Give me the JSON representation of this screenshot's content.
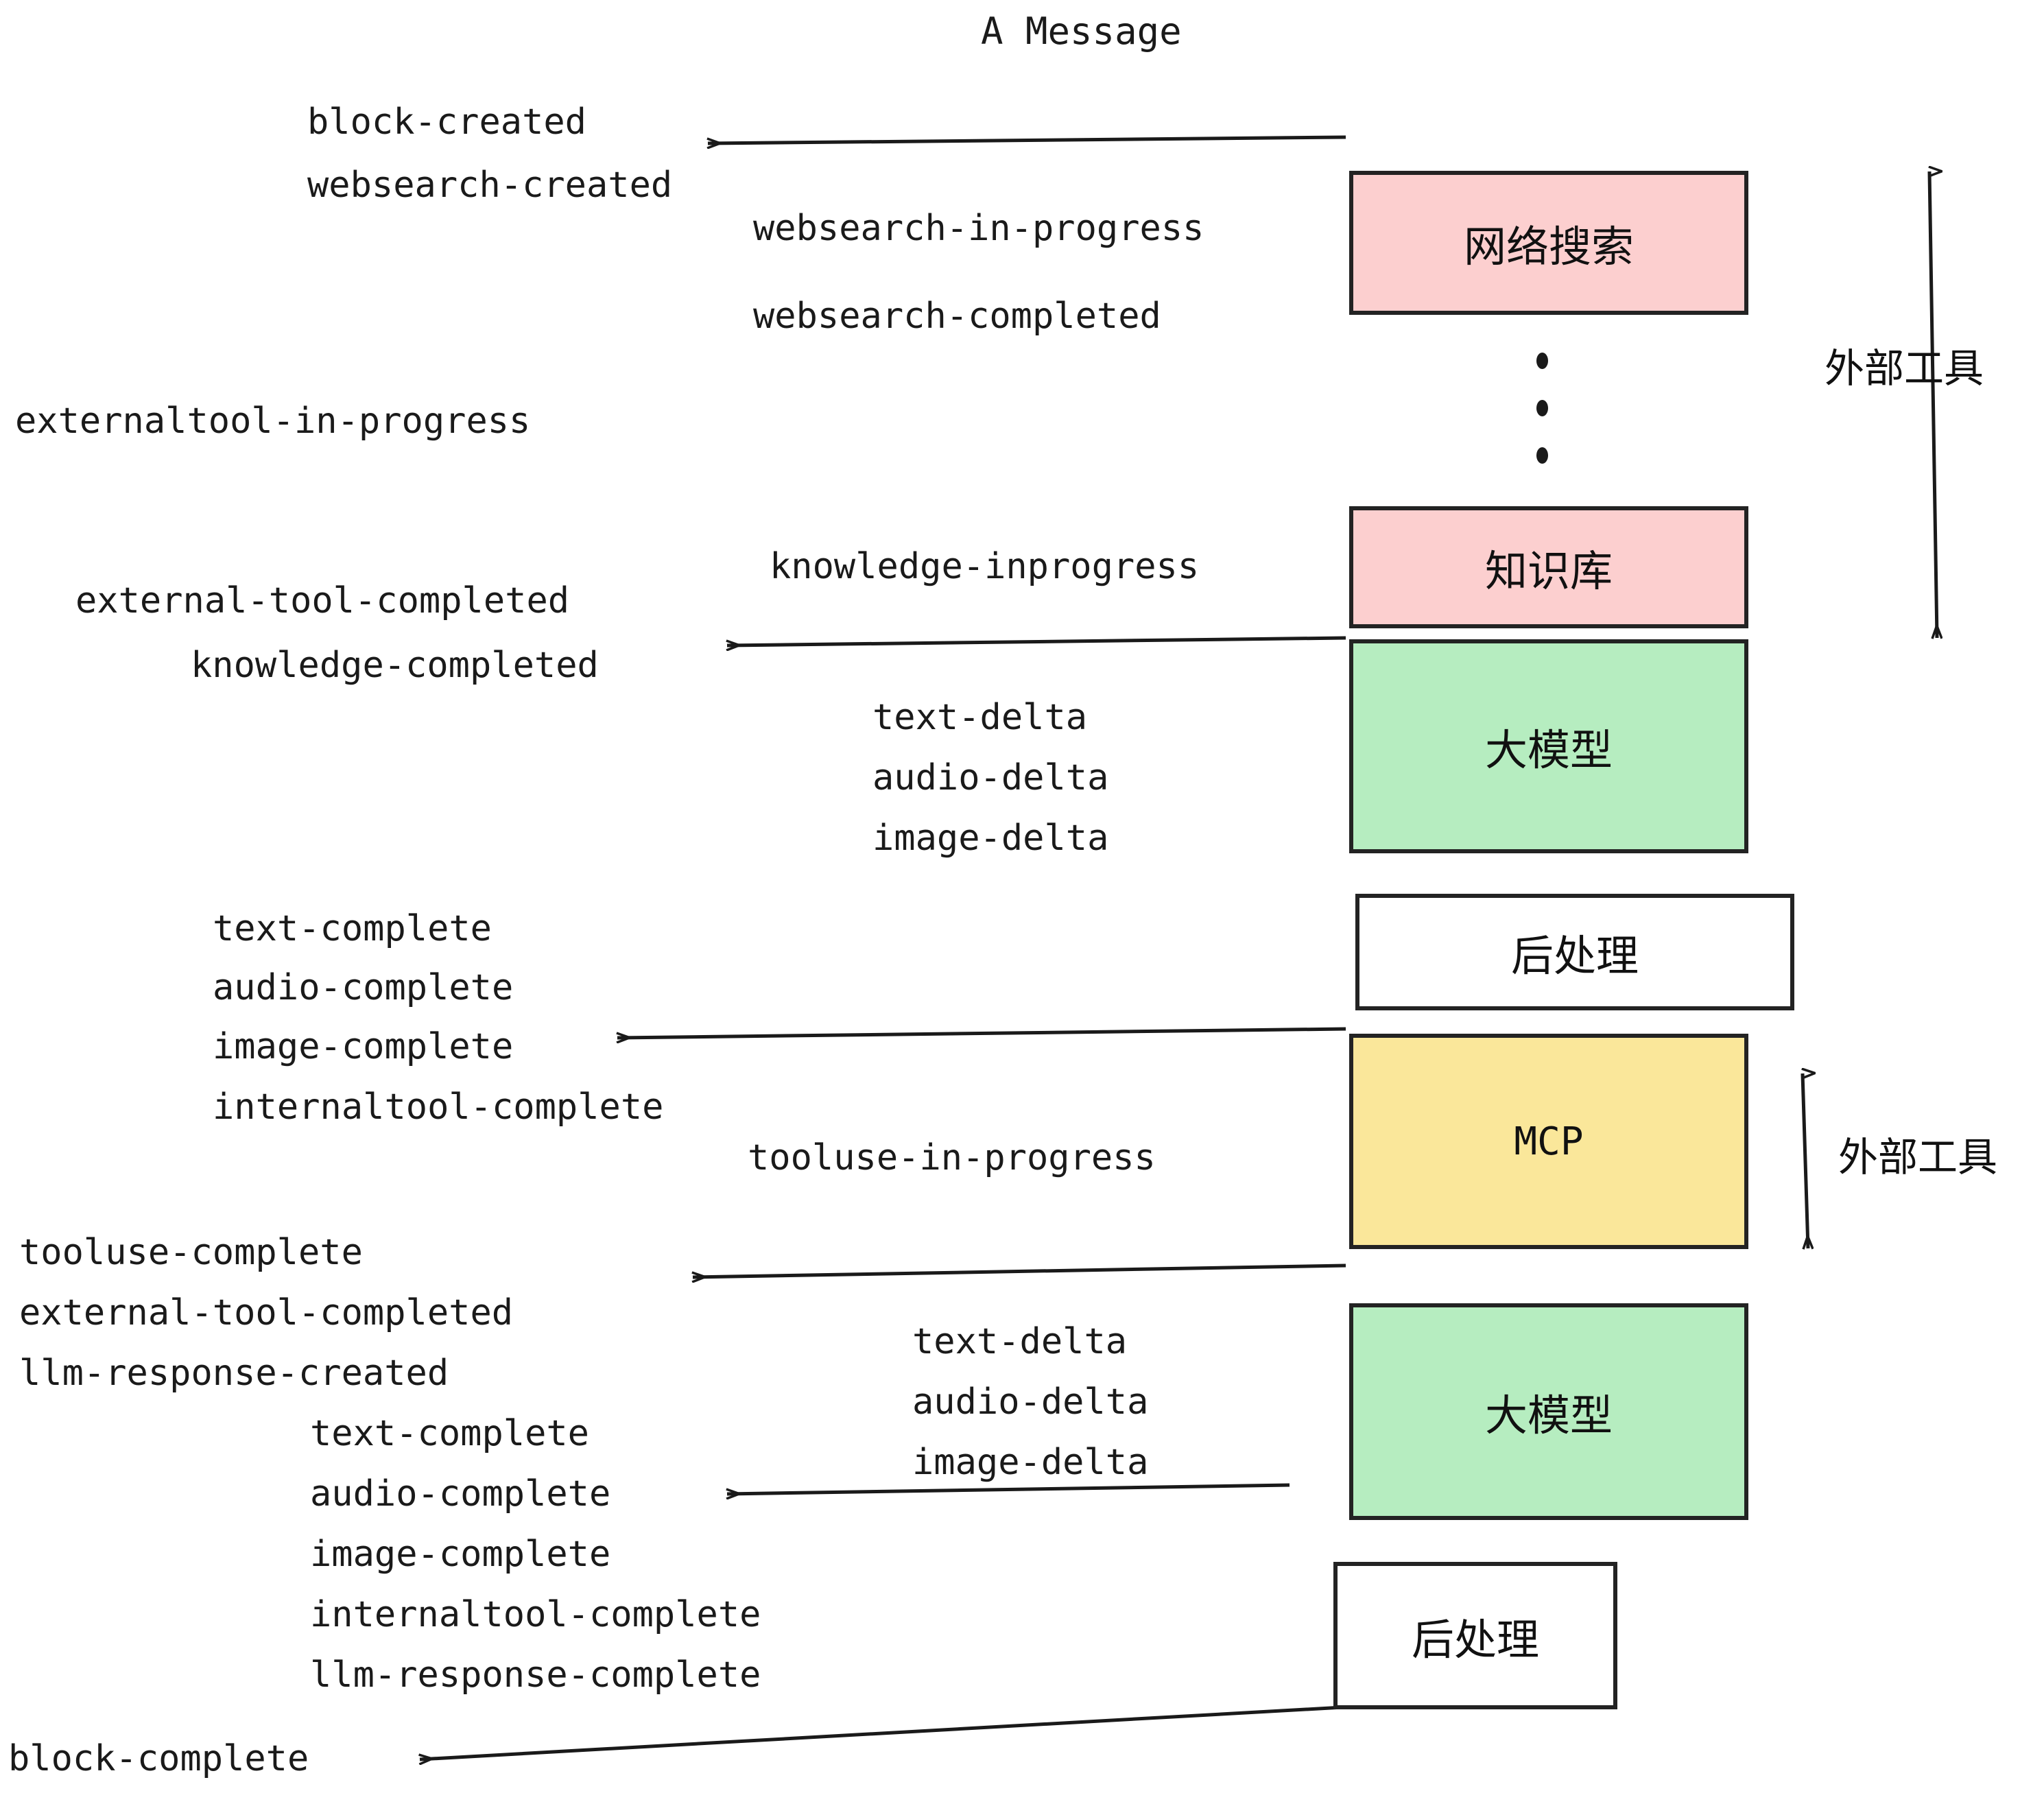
{
  "title": "A Message",
  "colors": {
    "pink": "#fccfcf",
    "green": "#b6edc0",
    "yellow": "#fae79a",
    "white": "#ffffff",
    "stroke": "#232323",
    "text": "#1a1a1a"
  },
  "boxes": [
    {
      "id": "websearch",
      "label": "网络搜索",
      "fill": "#fccfcf"
    },
    {
      "id": "knowledge",
      "label": "知识库",
      "fill": "#fccfcf"
    },
    {
      "id": "llm-top",
      "label": "大模型",
      "fill": "#b6edc0"
    },
    {
      "id": "postproc-top",
      "label": "后处理",
      "fill": "#ffffff"
    },
    {
      "id": "mcp",
      "label": "MCP",
      "fill": "#fae79a"
    },
    {
      "id": "llm-bottom",
      "label": "大模型",
      "fill": "#b6edc0"
    },
    {
      "id": "postproc-bottom",
      "label": "后处理",
      "fill": "#ffffff"
    }
  ],
  "side_labels": {
    "external_tool_top": "外部工具",
    "external_tool_bottom": "外部工具"
  },
  "events": {
    "block_created": "block-created",
    "websearch_created": "websearch-created",
    "websearch_in_progress": "websearch-in-progress",
    "websearch_completed": "websearch-completed",
    "externaltool_in_progress": "externaltool-in-progress",
    "knowledge_inprogress": "knowledge-inprogress",
    "external_tool_completed_1": "external-tool-completed",
    "knowledge_completed": "knowledge-completed",
    "text_delta_1": "text-delta",
    "audio_delta_1": "audio-delta",
    "image_delta_1": "image-delta",
    "text_complete_1": "text-complete",
    "audio_complete_1": "audio-complete",
    "image_complete_1": "image-complete",
    "internaltool_complete_1": "internaltool-complete",
    "tooluse_in_progress": "tooluse-in-progress",
    "tooluse_complete": "tooluse-complete",
    "external_tool_completed_2": "external-tool-completed",
    "llm_response_created": "llm-response-created",
    "text_delta_2": "text-delta",
    "audio_delta_2": "audio-delta",
    "image_delta_2": "image-delta",
    "text_complete_2": "text-complete",
    "audio_complete_2": "audio-complete",
    "image_complete_2": "image-complete",
    "internaltool_complete_2": "internaltool-complete",
    "llm_response_complete": "llm-response-complete",
    "block_complete": "block-complete"
  }
}
